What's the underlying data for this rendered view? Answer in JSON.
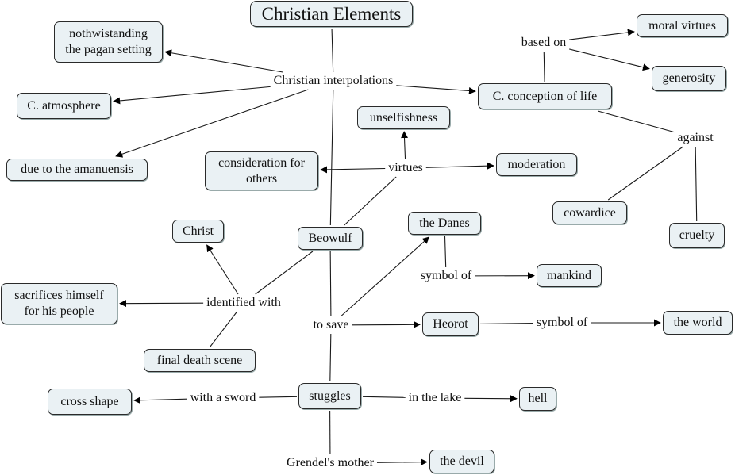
{
  "diagram": {
    "title": "Christian Elements",
    "concepts": {
      "christian_elements": "Christian Elements",
      "nothwistanding": "nothwistanding\nthe pagan setting",
      "c_atmosphere": "C. atmosphere",
      "amanuensis": "due to the amanuensis",
      "conception_of_life": "C. conception of life",
      "moral_virtues": "moral virtues",
      "generosity": "generosity",
      "unselfishness": "unselfishness",
      "consideration": "consideration for\nothers",
      "moderation": "moderation",
      "cowardice": "cowardice",
      "cruelty": "cruelty",
      "christ": "Christ",
      "beowulf": "Beowulf",
      "the_danes": "the Danes",
      "mankind": "mankind",
      "sacrifices": "sacrifices himself\nfor his people",
      "final_death_scene": "final death scene",
      "heorot": "Heorot",
      "the_world": "the world",
      "cross_shape": "cross shape",
      "stuggles": "stuggles",
      "hell": "hell",
      "the_devil": "the devil"
    },
    "linking_phrases": {
      "christian_interpolations": "Christian interpolations",
      "based_on": "based on",
      "against": "against",
      "virtues": "virtues",
      "identified_with": "identified with",
      "symbol_of_danes": "symbol of",
      "to_save": "to save",
      "symbol_of_heorot": "symbol of",
      "with_a_sword": "with a sword",
      "in_the_lake": "in the lake",
      "grendels_mother": "Grendel's mother"
    },
    "connections": [
      {
        "from": "christian_elements",
        "to": "christian_interpolations",
        "arrow": false
      },
      {
        "from": "christian_interpolations",
        "to": "nothwistanding",
        "arrow": true
      },
      {
        "from": "christian_interpolations",
        "to": "c_atmosphere",
        "arrow": true
      },
      {
        "from": "christian_interpolations",
        "to": "amanuensis",
        "arrow": true
      },
      {
        "from": "christian_interpolations",
        "to": "conception_of_life",
        "arrow": true
      },
      {
        "from": "christian_interpolations",
        "to": "beowulf",
        "arrow": false
      },
      {
        "from": "conception_of_life",
        "to": "based_on",
        "arrow": false
      },
      {
        "from": "based_on",
        "to": "moral_virtues",
        "arrow": true
      },
      {
        "from": "based_on",
        "to": "generosity",
        "arrow": true
      },
      {
        "from": "conception_of_life",
        "to": "against",
        "arrow": false
      },
      {
        "from": "against",
        "to": "cowardice",
        "arrow": false
      },
      {
        "from": "against",
        "to": "cruelty",
        "arrow": false
      },
      {
        "from": "beowulf",
        "to": "virtues",
        "arrow": false
      },
      {
        "from": "virtues",
        "to": "unselfishness",
        "arrow": true
      },
      {
        "from": "virtues",
        "to": "consideration",
        "arrow": true
      },
      {
        "from": "virtues",
        "to": "moderation",
        "arrow": true
      },
      {
        "from": "beowulf",
        "to": "identified_with",
        "arrow": false
      },
      {
        "from": "identified_with",
        "to": "christ",
        "arrow": true
      },
      {
        "from": "identified_with",
        "to": "sacrifices",
        "arrow": true
      },
      {
        "from": "final_death_scene",
        "to": "identified_with",
        "arrow": false
      },
      {
        "from": "beowulf",
        "to": "to_save",
        "arrow": false
      },
      {
        "from": "to_save",
        "to": "the_danes",
        "arrow": true
      },
      {
        "from": "to_save",
        "to": "heorot",
        "arrow": true
      },
      {
        "from": "the_danes",
        "to": "symbol_of_danes",
        "arrow": false
      },
      {
        "from": "symbol_of_danes",
        "to": "mankind",
        "arrow": true
      },
      {
        "from": "heorot",
        "to": "symbol_of_heorot",
        "arrow": false
      },
      {
        "from": "symbol_of_heorot",
        "to": "the_world",
        "arrow": true
      },
      {
        "from": "to_save",
        "to": "stuggles",
        "arrow": false
      },
      {
        "from": "stuggles",
        "to": "with_a_sword",
        "arrow": false
      },
      {
        "from": "with_a_sword",
        "to": "cross_shape",
        "arrow": true
      },
      {
        "from": "stuggles",
        "to": "in_the_lake",
        "arrow": false
      },
      {
        "from": "in_the_lake",
        "to": "hell",
        "arrow": true
      },
      {
        "from": "stuggles",
        "to": "grendels_mother",
        "arrow": false
      },
      {
        "from": "grendels_mother",
        "to": "the_devil",
        "arrow": true
      }
    ]
  }
}
